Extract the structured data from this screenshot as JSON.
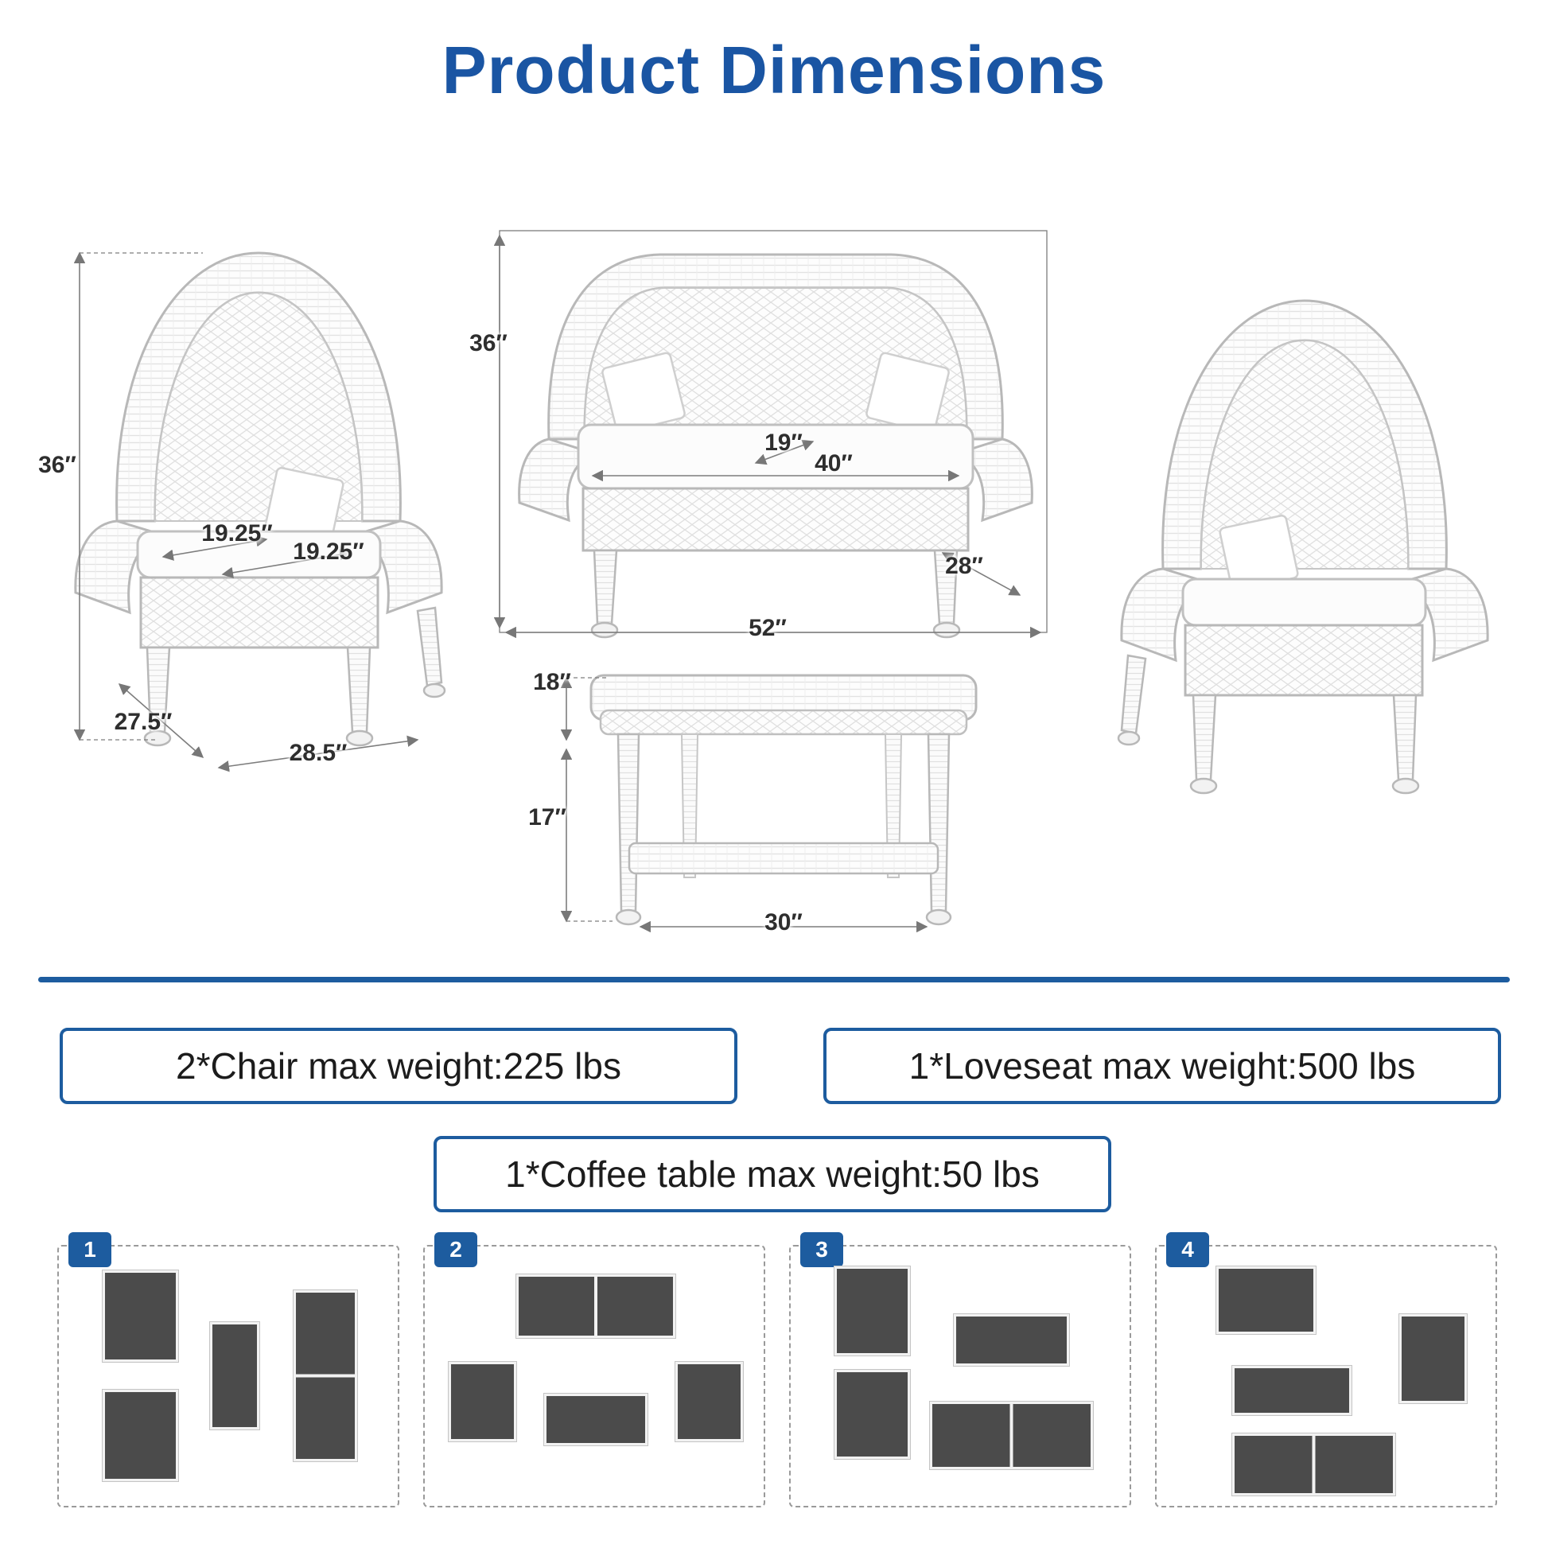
{
  "title": "Product Dimensions",
  "colors": {
    "accent": "#1d5c9f",
    "ink": "#2e2e2e",
    "dim_line": "#7d7d7d"
  },
  "dimensions": {
    "chair": {
      "height": "36″",
      "seat_depth": "19.25″",
      "seat_width": "19.25″",
      "depth": "27.5″",
      "width": "28.5″"
    },
    "loveseat": {
      "height": "36″",
      "seat_depth": "19″",
      "seat_width": "40″",
      "depth": "28″",
      "width": "52″"
    },
    "coffee_table": {
      "top_depth": "18″",
      "height": "17″",
      "width": "30″"
    }
  },
  "weight_notes": [
    {
      "text": "2*Chair max weight:225 lbs"
    },
    {
      "text": "1*Loveseat max weight:500 lbs"
    },
    {
      "text": "1*Coffee table max weight:50 lbs"
    }
  ],
  "layout_options": [
    {
      "number": "1"
    },
    {
      "number": "2"
    },
    {
      "number": "3"
    },
    {
      "number": "4"
    }
  ]
}
